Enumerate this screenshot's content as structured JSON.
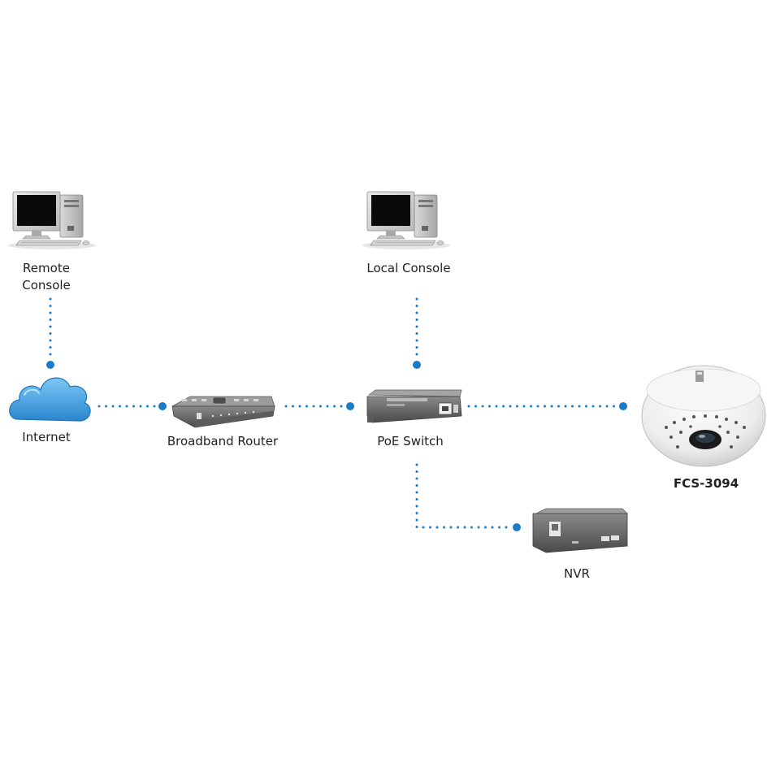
{
  "nodes": {
    "remote_console": {
      "label_line1": "Remote",
      "label_line2": "Console"
    },
    "local_console": {
      "label": "Local Console"
    },
    "internet": {
      "label": "Internet"
    },
    "router": {
      "label": "Broadband Router"
    },
    "switch": {
      "label": "PoE Switch"
    },
    "camera": {
      "label": "FCS-3094"
    },
    "nvr": {
      "label": "NVR"
    }
  },
  "colors": {
    "link_dot": "#1a7cc6",
    "cloud": "#3d9fe0",
    "device_dark": "#6b6b6b"
  },
  "icons": {
    "remote_console": "desktop-computer-icon",
    "local_console": "desktop-computer-icon",
    "internet": "cloud-icon",
    "router": "router-icon",
    "switch": "switch-icon",
    "camera": "fisheye-camera-icon",
    "nvr": "nvr-icon"
  }
}
